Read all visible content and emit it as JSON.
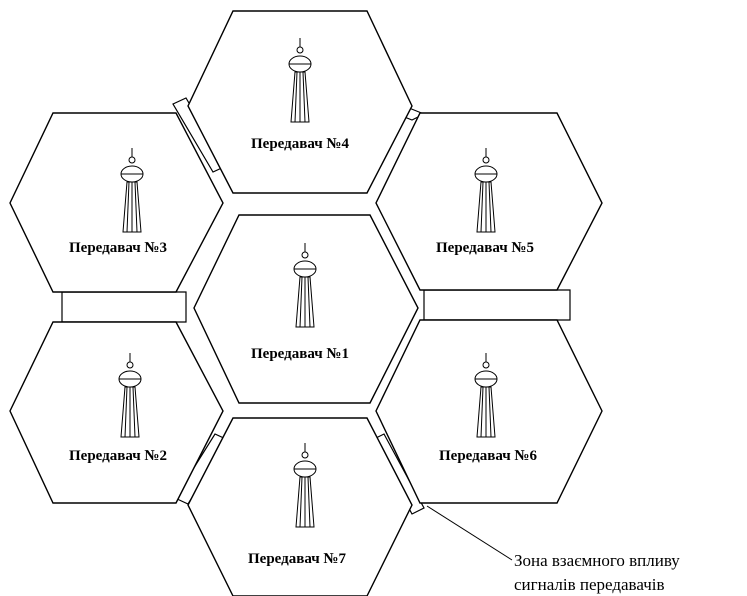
{
  "cells": [
    {
      "id": "cell-1",
      "label": "Передавач №1"
    },
    {
      "id": "cell-2",
      "label": "Передавач №2"
    },
    {
      "id": "cell-3",
      "label": "Передавач №3"
    },
    {
      "id": "cell-4",
      "label": "Передавач №4"
    },
    {
      "id": "cell-5",
      "label": "Передавач №5"
    },
    {
      "id": "cell-6",
      "label": "Передавач №6"
    },
    {
      "id": "cell-7",
      "label": "Передавач №7"
    }
  ],
  "callout": {
    "line1": "Зона взаємного впливу",
    "line2": "сигналів передавачів"
  },
  "icons": {
    "transmitter": "tower-icon"
  }
}
